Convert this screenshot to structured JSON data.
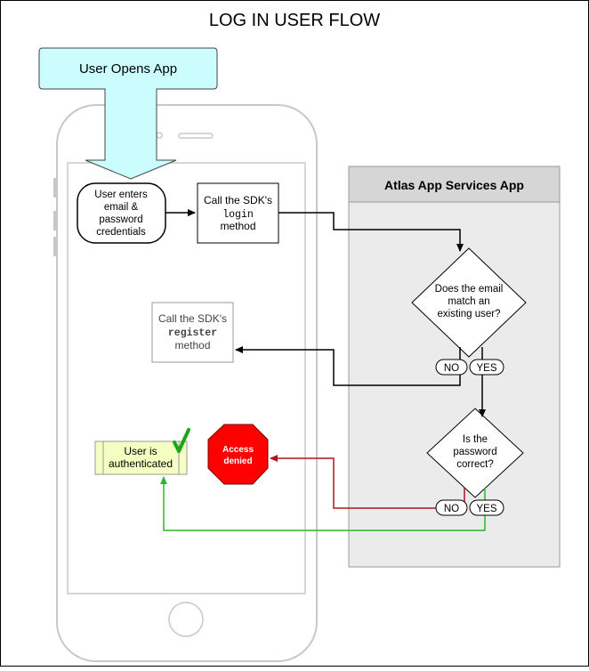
{
  "title": "LOG IN USER FLOW",
  "start": {
    "label": "User Opens App"
  },
  "phone": {},
  "enter_credentials": {
    "lines": [
      "User enters",
      "email &",
      "password",
      "credentials"
    ]
  },
  "login_call": {
    "line1": "Call the SDK's",
    "method": "login",
    "line3": "method"
  },
  "register_call": {
    "line1": "Call the SDK's",
    "method": "register",
    "line3": "method"
  },
  "server_panel": {
    "title": "Atlas App Services App"
  },
  "decision_email": {
    "lines": [
      "Does the email",
      "match an",
      "existing user?"
    ]
  },
  "decision_password": {
    "lines": [
      "Is the",
      "password",
      "correct?"
    ]
  },
  "email_no": "NO",
  "email_yes": "YES",
  "password_no": "NO",
  "password_yes": "YES",
  "access_denied": {
    "lines": [
      "Access",
      "denied"
    ]
  },
  "authenticated": {
    "lines": [
      "User is",
      "authenticated"
    ],
    "icon": "check-icon"
  },
  "colors": {
    "start_fill": "#ccfdfe",
    "panel_fill": "#ebebeb",
    "panel_header": "#d6d6d6",
    "denied_fill": "#ff0000",
    "auth_fill": "#f5ffc2",
    "check": "#1aa51a",
    "path_no": "#b1121f",
    "path_yes": "#2cb82c"
  }
}
